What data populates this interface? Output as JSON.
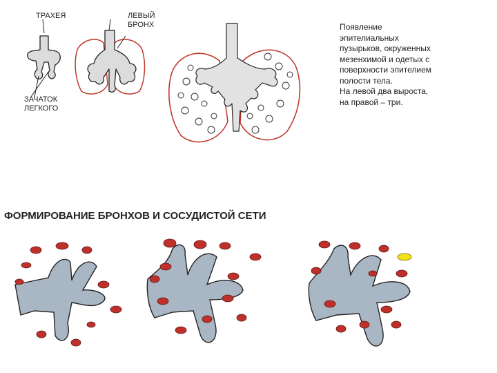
{
  "labels": {
    "trachea": "ТРАХЕЯ",
    "left_bronchus_line1": "ЛЕВЫЙ",
    "left_bronchus_line2": "БРОНХ",
    "lung_rudiment_line1": "ЗАЧАТОК",
    "lung_rudiment_line2": "ЛЕГКОГО"
  },
  "description": [
    "Появление",
    "эпителиальных",
    "пузырьков, окруженных",
    "мезенхимой и одетых с",
    "поверхности эпителием",
    "полости тела.",
    "На левой два выроста,",
    "на правой – три."
  ],
  "section_title": "ФОРМИРОВАНИЕ БРОНХОВ И СОСУДИСТОЙ СЕТИ",
  "colors": {
    "epithelium_fill": "#dcdcdc",
    "outline": "#222222",
    "mesenchyme_outline": "#c0392b",
    "vessel_red": "#c0302a",
    "vessel_net": "#a9b6c3",
    "accent_yellow": "#f2e21a"
  }
}
